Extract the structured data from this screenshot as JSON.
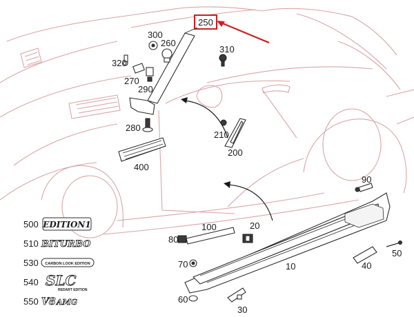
{
  "diagram": {
    "highlight_color": "#cc1f1f",
    "outline_color": "#d9a3a8",
    "callouts": {
      "p250": "250",
      "p300": "300",
      "p260": "260",
      "p310": "310",
      "p320": "320",
      "p270": "270",
      "p290": "290",
      "p280": "280",
      "p210": "210",
      "p200": "200",
      "p400": "400",
      "p90": "90",
      "p100": "100",
      "p20": "20",
      "p80": "80",
      "p70": "70",
      "p10": "10",
      "p60": "60",
      "p30": "30",
      "p40": "40",
      "p50": "50"
    },
    "emblems": [
      {
        "code": "500",
        "text": "EDITION1"
      },
      {
        "code": "510",
        "text": "BITURBO"
      },
      {
        "code": "530",
        "text": "CARBON LOOK EDITION"
      },
      {
        "code": "540",
        "text": "SLC",
        "subtext": "REDART EDITION"
      },
      {
        "code": "550",
        "text": "V8",
        "suffix": "AMG"
      }
    ]
  }
}
